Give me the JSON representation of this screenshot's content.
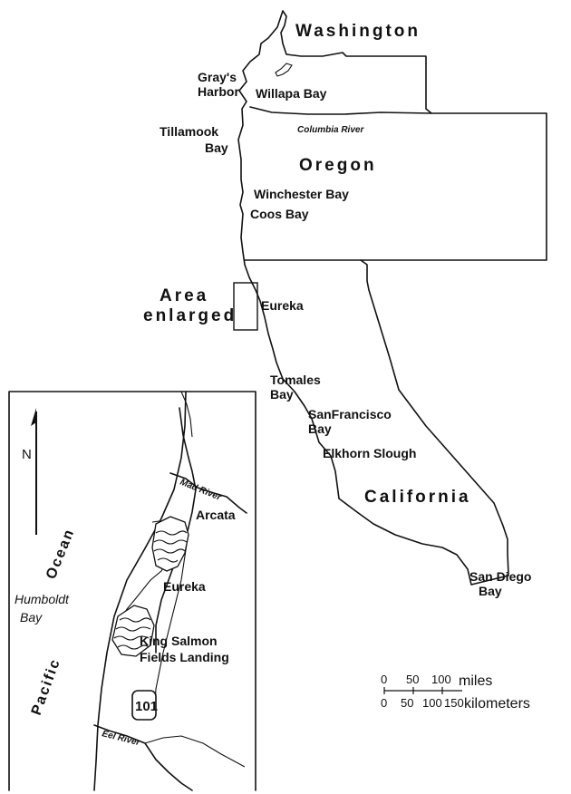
{
  "map": {
    "states": {
      "washington": "Washington",
      "oregon": "Oregon",
      "california": "California"
    },
    "places": {
      "grays_harbor_1": "Gray's",
      "grays_harbor_2": "Harbor",
      "willapa_bay": "Willapa Bay",
      "tillamook_1": "Tillamook",
      "tillamook_2": "Bay",
      "columbia_river": "Columbia River",
      "winchester_bay": "Winchester Bay",
      "coos_bay": "Coos Bay",
      "eureka": "Eureka",
      "tomales_1": "Tomales",
      "tomales_2": "Bay",
      "sf_1": "SanFrancisco",
      "sf_2": "Bay",
      "elkhorn": "Elkhorn Slough",
      "sandiego_1": "San Diego",
      "sandiego_2": "Bay"
    },
    "area_enlarged_1": "Area",
    "area_enlarged_2": "enlarged",
    "scale": {
      "miles_ticks": [
        "0",
        "50",
        "100"
      ],
      "miles_unit": "miles",
      "km_ticks": [
        "0",
        "50",
        "100",
        "150"
      ],
      "km_unit": "kilometers"
    },
    "inset": {
      "north": "N",
      "ocean_word_1": "Pacific",
      "ocean_word_2": "Ocean",
      "humboldt_1": "Humboldt",
      "humboldt_2": "Bay",
      "mad_river": "Mad River",
      "arcata": "Arcata",
      "eureka": "Eureka",
      "king_salmon": "King Salmon",
      "fields_landing": "Fields Landing",
      "highway": "101",
      "eel_river": "Eel River"
    }
  }
}
